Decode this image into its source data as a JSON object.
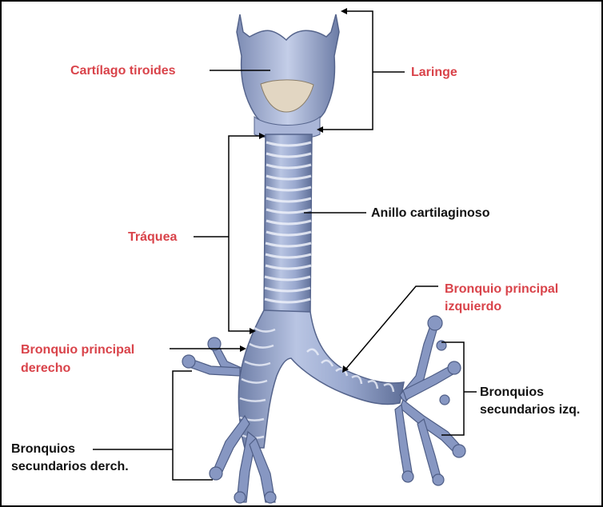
{
  "colors": {
    "accent_label": "#d9434a",
    "black_label": "#111111",
    "tissue": "#9aa9cf",
    "tissue_dark": "#6f7fa8",
    "ring": "#e7ebf6"
  },
  "labels": {
    "cartilago_tiroides": "Cartílago tiroides",
    "laringe": "Laringe",
    "anillo_cartilaginoso": "Anillo cartilaginoso",
    "traquea": "Tráquea",
    "bronquio_izq_line1": "Bronquio principal",
    "bronquio_izq_line2": "izquierdo",
    "bronquio_der_line1": "Bronquio principal",
    "bronquio_der_line2": "derecho",
    "sec_izq_line1": "Bronquios",
    "sec_izq_line2": "secundarios izq.",
    "sec_der_line1": "Bronquios",
    "sec_der_line2": "secundarios derch."
  }
}
